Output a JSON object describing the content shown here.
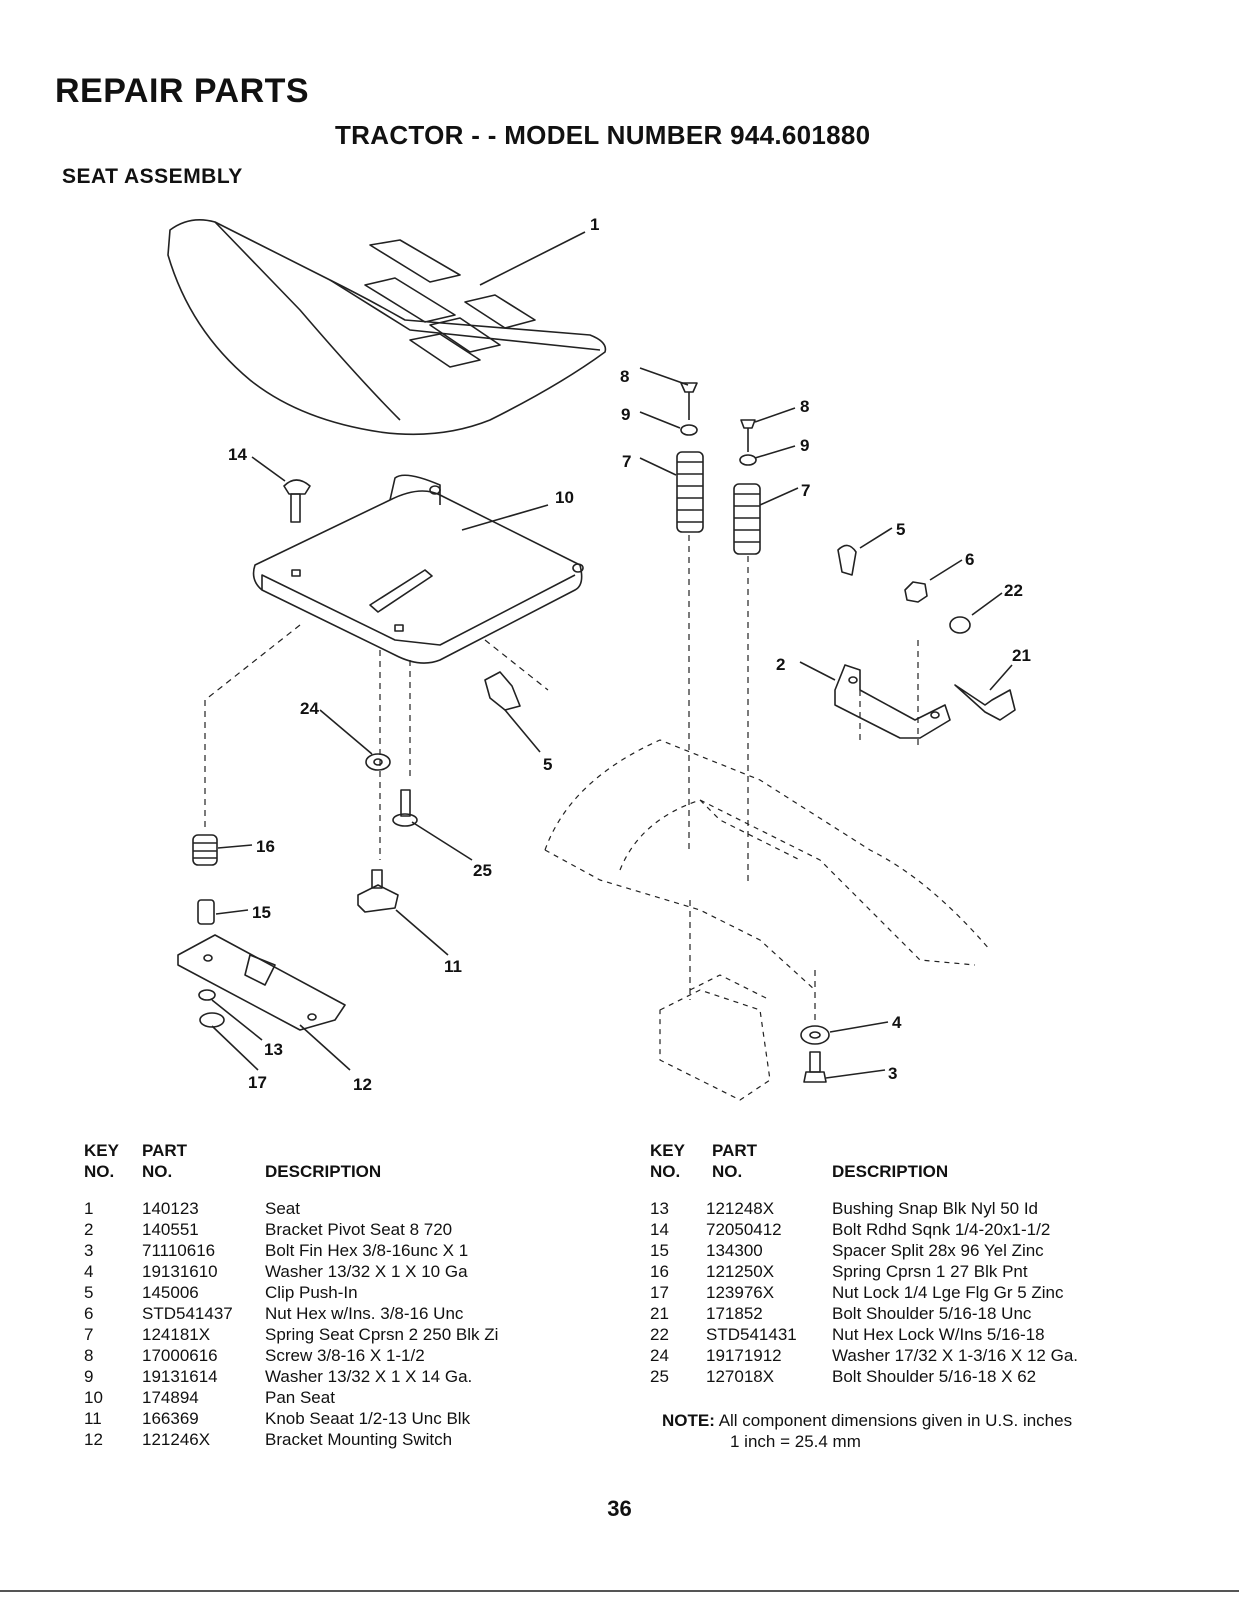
{
  "header": {
    "title": "REPAIR PARTS",
    "subtitle": "TRACTOR - - MODEL NUMBER 944.601880",
    "section": "SEAT ASSEMBLY"
  },
  "diagram": {
    "callouts": [
      "1",
      "8",
      "9",
      "8",
      "9",
      "7",
      "7",
      "10",
      "14",
      "5",
      "6",
      "22",
      "21",
      "2",
      "24",
      "5",
      "16",
      "25",
      "15",
      "11",
      "4",
      "3",
      "13",
      "17",
      "12"
    ]
  },
  "table_headers": {
    "key_line1": "KEY",
    "key_line2": "NO.",
    "part_line1": "PART",
    "part_line2": "NO.",
    "description": "DESCRIPTION"
  },
  "parts_left": [
    {
      "key": "1",
      "part": "140123",
      "description": "Seat"
    },
    {
      "key": "2",
      "part": "140551",
      "description": "Bracket Pivot Seat 8 720"
    },
    {
      "key": "3",
      "part": "71110616",
      "description": "Bolt Fin Hex 3/8-16unc X 1"
    },
    {
      "key": "4",
      "part": "19131610",
      "description": "Washer 13/32 X 1 X 10 Ga"
    },
    {
      "key": "5",
      "part": "145006",
      "description": "Clip Push-In"
    },
    {
      "key": "6",
      "part": "STD541437",
      "description": "Nut Hex w/Ins. 3/8-16 Unc"
    },
    {
      "key": "7",
      "part": "124181X",
      "description": "Spring Seat Cprsn 2 250 Blk Zi"
    },
    {
      "key": "8",
      "part": "17000616",
      "description": "Screw 3/8-16 X 1-1/2"
    },
    {
      "key": "9",
      "part": "19131614",
      "description": "Washer 13/32 X 1 X 14 Ga."
    },
    {
      "key": "10",
      "part": "174894",
      "description": "Pan Seat"
    },
    {
      "key": "11",
      "part": "166369",
      "description": "Knob Seaat  1/2-13 Unc Blk"
    },
    {
      "key": "12",
      "part": "121246X",
      "description": "Bracket Mounting Switch"
    }
  ],
  "parts_right": [
    {
      "key": "13",
      "part": "121248X",
      "description": "Bushing Snap Blk Nyl 50 Id"
    },
    {
      "key": "14",
      "part": "72050412",
      "description": "Bolt Rdhd Sqnk 1/4-20x1-1/2"
    },
    {
      "key": "15",
      "part": "134300",
      "description": "Spacer Split 28x 96 Yel Zinc"
    },
    {
      "key": "16",
      "part": "121250X",
      "description": "Spring Cprsn 1 27 Blk Pnt"
    },
    {
      "key": "17",
      "part": "123976X",
      "description": "Nut Lock 1/4 Lge Flg Gr 5 Zinc"
    },
    {
      "key": "21",
      "part": "171852",
      "description": "Bolt Shoulder 5/16-18 Unc"
    },
    {
      "key": "22",
      "part": "STD541431",
      "description": "Nut Hex  Lock W/Ins  5/16-18"
    },
    {
      "key": "24",
      "part": "19171912",
      "description": "Washer 17/32 X 1-3/16 X 12 Ga."
    },
    {
      "key": "25",
      "part": "127018X",
      "description": "Bolt Shoulder 5/16-18 X 62"
    }
  ],
  "note": {
    "label": "NOTE:",
    "line1": "All component dimensions given in U.S. inches",
    "line2": "1 inch = 25.4 mm"
  },
  "page_number": "36"
}
